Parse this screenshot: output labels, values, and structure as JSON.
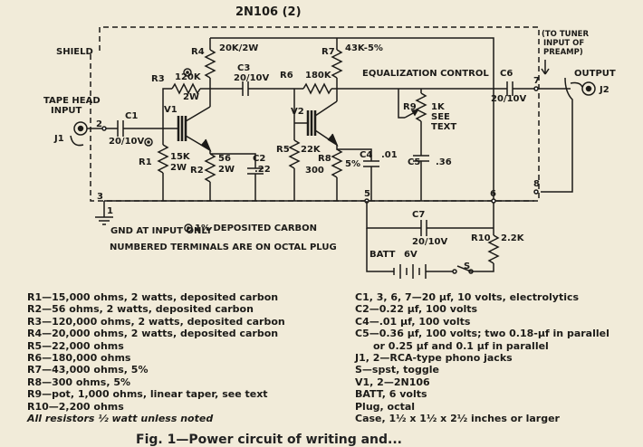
{
  "diagram": {
    "title": "2N106 (2)",
    "shield_label": "SHIELD",
    "input_label": [
      "TAPE HEAD",
      "INPUT"
    ],
    "output_label": "OUTPUT",
    "tuner_note": [
      "(TO TUNER",
      "INPUT OF",
      "PREAMP)"
    ],
    "eq_label": "EQUALIZATION CONTROL",
    "gnd_note": "GND AT INPUT ONLY",
    "deposited_note": "1% DEPOSITED CARBON",
    "terminals_note": "NUMBERED TERMINALS ARE ON OCTAL PLUG",
    "components": {
      "j1": "J1",
      "j2": "J2",
      "c1": "C1",
      "c1_val": "20/10V",
      "r1": "R1",
      "r1_val": "15K",
      "r1_w": "2W",
      "r2": "R2",
      "r2_val": "56",
      "r2_w": "2W",
      "c2": "C2",
      "c2_val": ".22",
      "r3": "R3",
      "r3_val": "120K",
      "r3_w": "2W",
      "r4": "R4",
      "r4_val": "20K/2W",
      "c3": "C3",
      "c3_val": "20/10V",
      "v1": "V1",
      "v2": "V2",
      "r5": "R5",
      "r5_val": "22K",
      "r6": "R6",
      "r6_val": "180K",
      "r7": "R7",
      "r7_val": "43K-5%",
      "r8": "R8",
      "r8_val": "300",
      "r8_tol": "5%",
      "c4": "C4",
      "c4_val": ".01",
      "r9": "R9",
      "r9_val": [
        "1K",
        "SEE",
        "TEXT"
      ],
      "c5": "C5",
      "c5_val": ".36",
      "c6": "C6",
      "c6_val": "20/10V",
      "c7": "C7",
      "c7_val": "20/10V",
      "r10": "R10",
      "r10_val": "2.2K",
      "batt": "BATT",
      "batt_val": "6V",
      "switch": "S"
    },
    "terminals": [
      "1",
      "2",
      "3",
      "5",
      "6",
      "7",
      "8"
    ]
  },
  "parts_left": [
    "R1—15,000 ohms, 2 watts, deposited carbon",
    "R2—56 ohms, 2 watts, deposited carbon",
    "R3—120,000 ohms, 2 watts, deposited carbon",
    "R4—20,000 ohms, 2 watts, deposited carbon",
    "R5—22,000 ohms",
    "R6—180,000 ohms",
    "R7—43,000 ohms, 5%",
    "R8—300 ohms, 5%",
    "R9—pot, 1,000 ohms, linear taper, see text",
    "R10—2,200 ohms"
  ],
  "parts_left_note": "All resistors ½ watt unless noted",
  "parts_right": [
    "C1, 3, 6, 7—20 µf, 10 volts, electrolytics",
    "C2—0.22 µf, 100 volts",
    "C4—.01 µf, 100 volts",
    "C5—0.36 µf, 100 volts; two 0.18-µf in parallel",
    "or 0.25 µf and 0.1 µf in parallel",
    "J1, 2—RCA-type phono jacks",
    "S—spst, toggle",
    "V1, 2—2N106",
    "BATT, 6 volts",
    "Plug, octal",
    "Case, 1½ x 1½ x 2½ inches or larger"
  ],
  "caption": "Fig. 1—Power circuit of writing and..."
}
